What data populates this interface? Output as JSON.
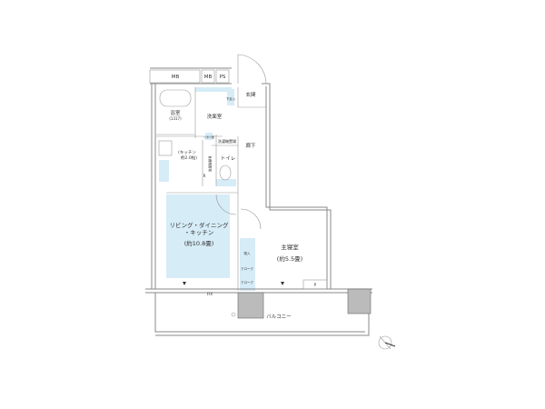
{
  "rooms": {
    "mb1": "MB",
    "mb2": "MB",
    "ps": "PS",
    "entrance": "玄関",
    "shoe_storage": "下足入",
    "bathroom": "浴室",
    "bath_size": "(1317)",
    "washroom": "洗面室",
    "laundry": "洗濯機置場",
    "linen": "リネン庫",
    "hallway": "廊下",
    "toilet": "トイレ",
    "kitchen": "(キッチン",
    "kitchen_size": "約2.0帖)",
    "cupboard": "食器棚置場",
    "fridge": "R",
    "ldk_line1": "リビング・ダイニング",
    "ldk_line2": "・キッチン",
    "ldk_size": "(約10.8畳)",
    "bedroom": "主寝室",
    "bedroom_size": "(約5.5畳)",
    "storage": "物入",
    "closet1": "クローク",
    "closet2": "クローク",
    "pipe": "P",
    "fix": "FIX",
    "balcony": "バルコニー"
  },
  "colors": {
    "fixture": "#d6ecf7",
    "column": "#bbbbbb",
    "wall": "#888888"
  }
}
